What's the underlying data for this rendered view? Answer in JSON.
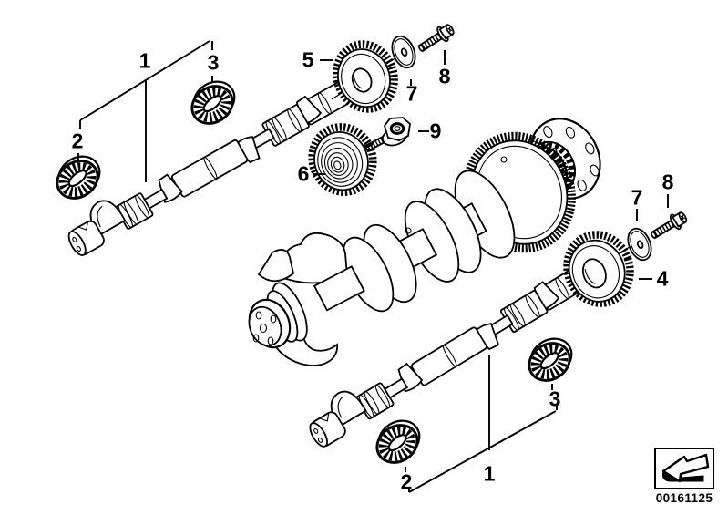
{
  "diagram": {
    "callouts": [
      {
        "key": "balance-shaft-top",
        "label": "1"
      },
      {
        "key": "bearing-outer-top",
        "label": "2"
      },
      {
        "key": "bearing-inner-top",
        "label": "3"
      },
      {
        "key": "gear-upper",
        "label": "5"
      },
      {
        "key": "washer-top",
        "label": "7"
      },
      {
        "key": "bolt-top",
        "label": "8"
      },
      {
        "key": "flange-nut",
        "label": "9"
      },
      {
        "key": "gear-middle",
        "label": "6"
      },
      {
        "key": "washer-right",
        "label": "7"
      },
      {
        "key": "bolt-right",
        "label": "8"
      },
      {
        "key": "gear-lower",
        "label": "4"
      },
      {
        "key": "bearing-inner-bottom",
        "label": "3"
      },
      {
        "key": "balance-shaft-bottom",
        "label": "1"
      },
      {
        "key": "bearing-outer-bottom",
        "label": "2"
      }
    ],
    "stamp": {
      "part_number": "00161125",
      "icon": "direction-arrow-icon"
    }
  }
}
